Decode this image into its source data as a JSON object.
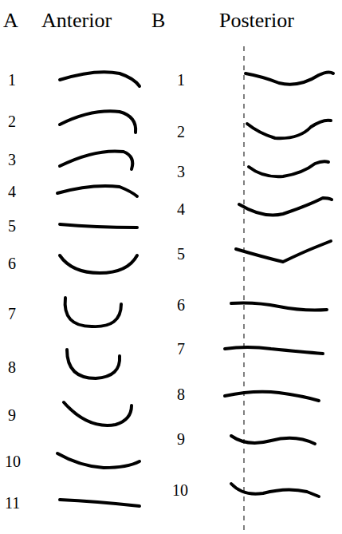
{
  "diagram": {
    "labels": [
      "A",
      "Anterior",
      "B",
      "Posterior",
      "1",
      "2",
      "3",
      "4",
      "5",
      "6",
      "7",
      "8",
      "9",
      "10",
      "11",
      "1",
      "2",
      "3",
      "4",
      "5",
      "6",
      "7",
      "8",
      "9",
      "10"
    ]
  }
}
